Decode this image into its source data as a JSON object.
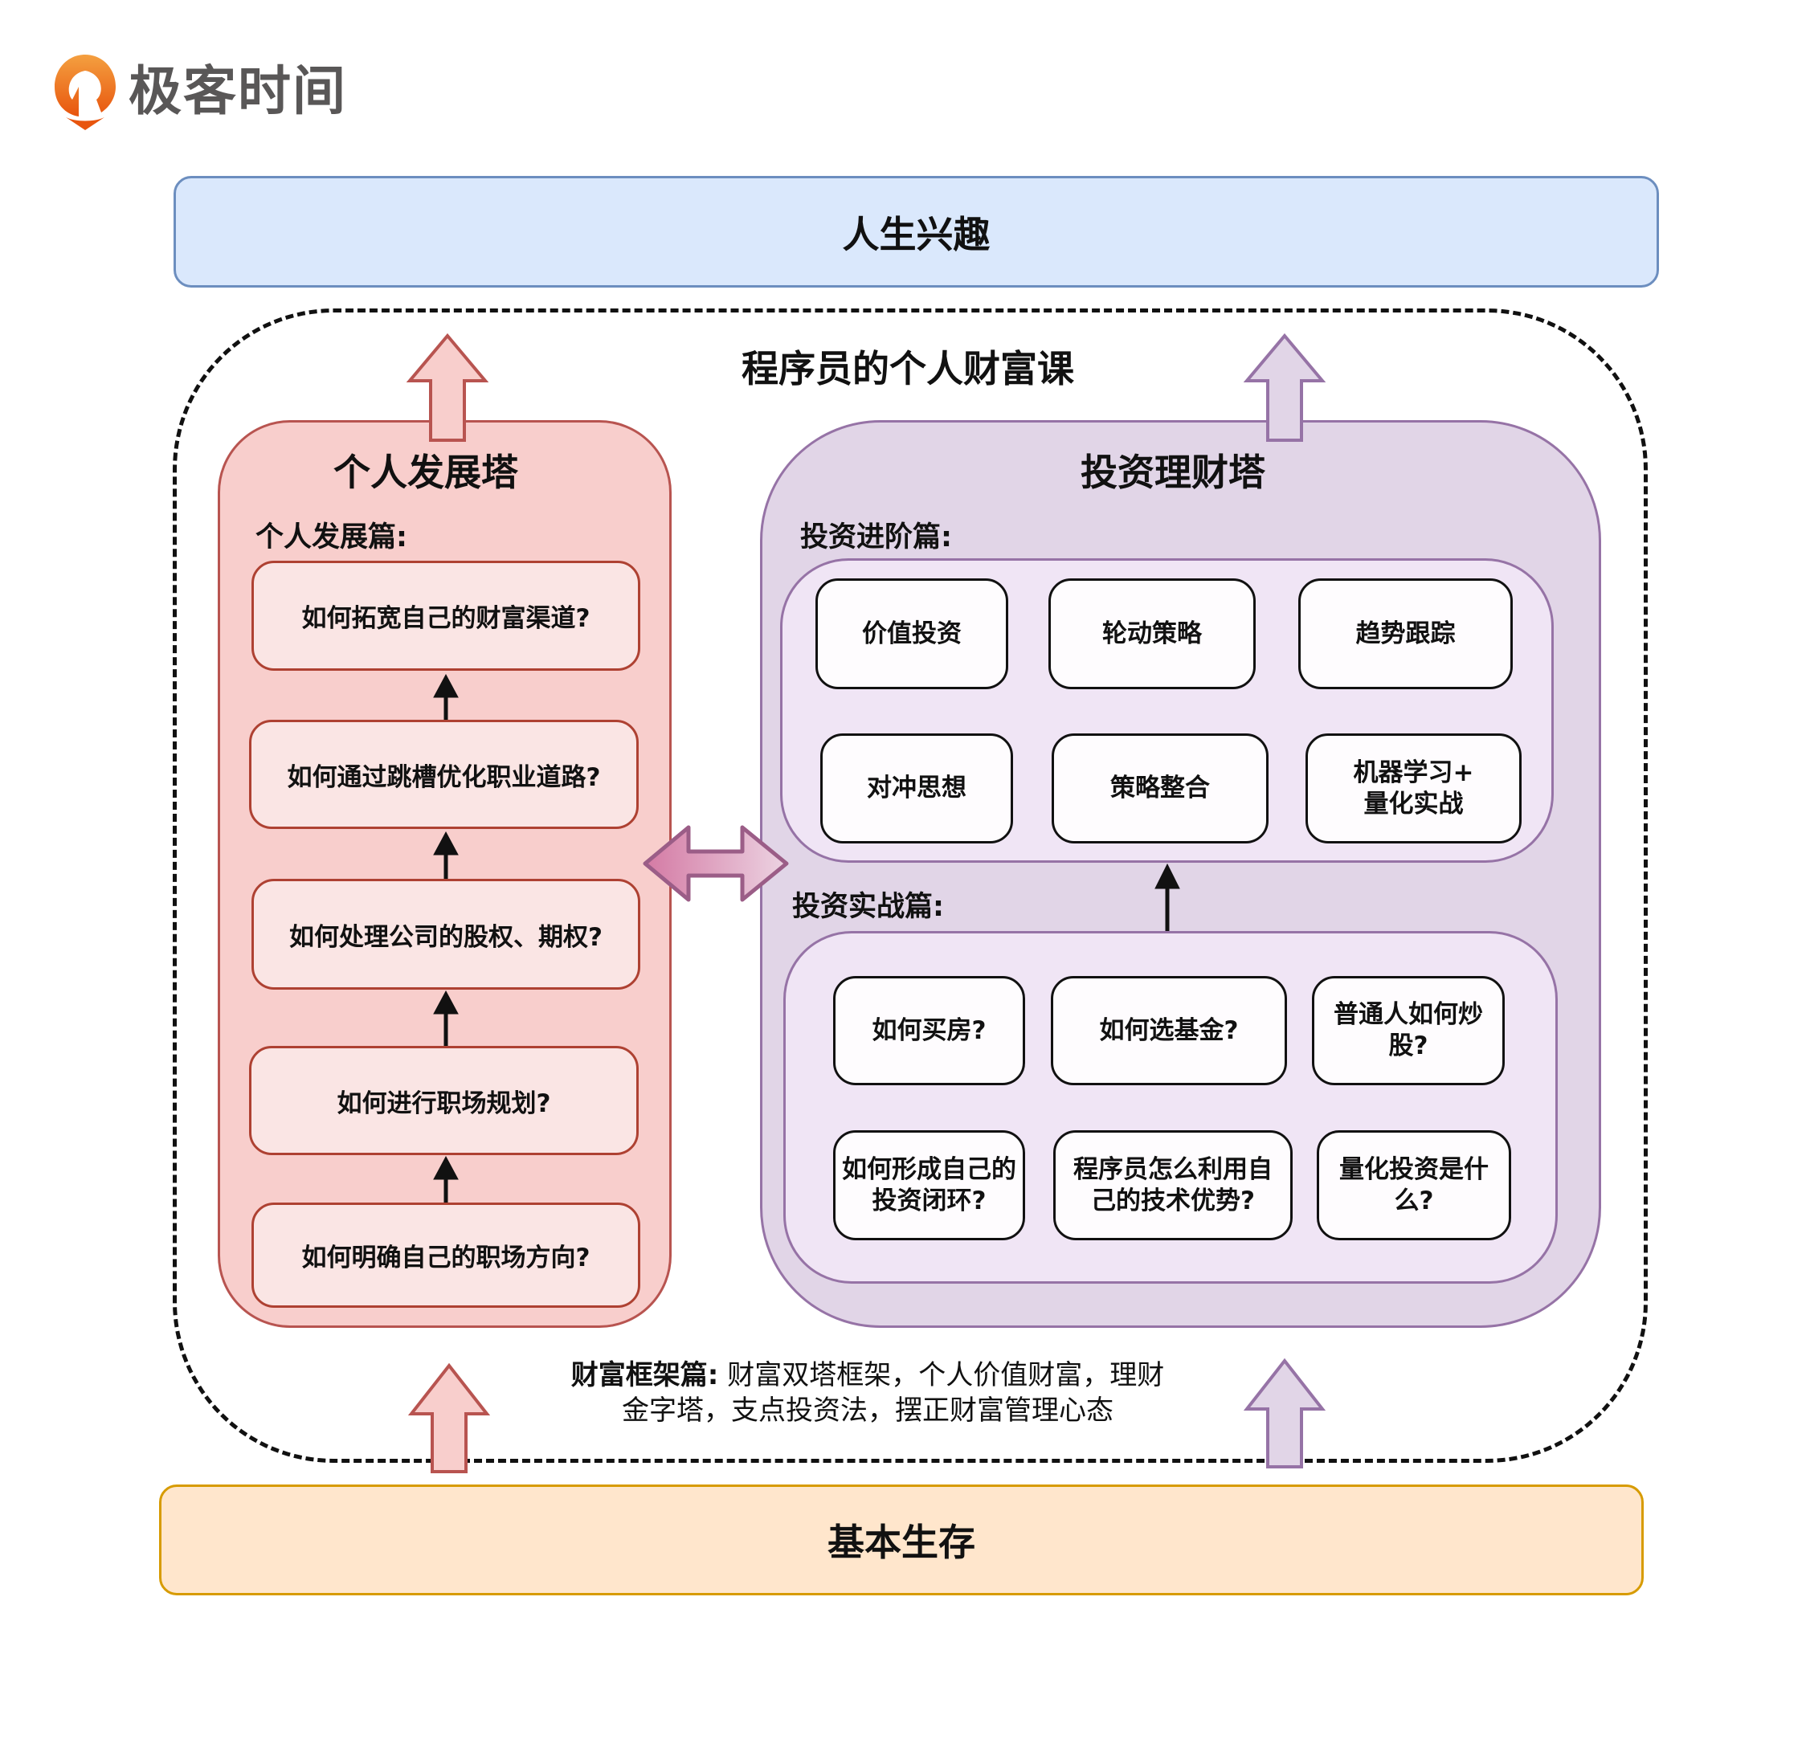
{
  "brand": {
    "name": "极客时间",
    "logo_icon": "geektime-logo-icon",
    "logo_color": "#ee6a1c"
  },
  "top_band": {
    "label": "人生兴趣",
    "fill": "#dae8fc",
    "stroke": "#6c8ebf"
  },
  "course": {
    "title": "程序员的个人财富课"
  },
  "left_tower": {
    "title": "个人发展塔",
    "section_label": "个人发展篇:",
    "items": [
      "如何拓宽自己的财富渠道?",
      "如何通过跳槽优化职业道路?",
      "如何处理公司的股权、期权?",
      "如何进行职场规划?",
      "如何明确自己的职场方向?"
    ],
    "fill": "#f8cecc",
    "stroke": "#b85450"
  },
  "right_tower": {
    "title": "投资理财塔",
    "advanced": {
      "label": "投资进阶篇:",
      "items": [
        "价值投资",
        "轮动策略",
        "趋势跟踪",
        "对冲思想",
        "策略整合",
        "机器学习+\n量化实战"
      ]
    },
    "practice": {
      "label": "投资实战篇:",
      "items": [
        "如何买房?",
        "如何选基金?",
        "普通人如何炒\n股?",
        "如何形成自己的\n投资闭环?",
        "程序员怎么利用自\n己的技术优势?",
        "量化投资是什\n么?"
      ]
    },
    "fill": "#e1d5e7",
    "stroke": "#9673a6"
  },
  "footer": {
    "label": "财富框架篇:",
    "line1": "财富双塔框架，个人价值财富，理财",
    "line2": "金字塔，支点投资法，摆正财富管理心态"
  },
  "bottom_band": {
    "label": "基本生存",
    "fill": "#ffe6cc",
    "stroke": "#d79b00"
  },
  "connectors": {
    "bidirectional": "double-arrow-icon",
    "up_arrow_left_color": "#b85450",
    "up_arrow_right_color": "#9673a6"
  }
}
